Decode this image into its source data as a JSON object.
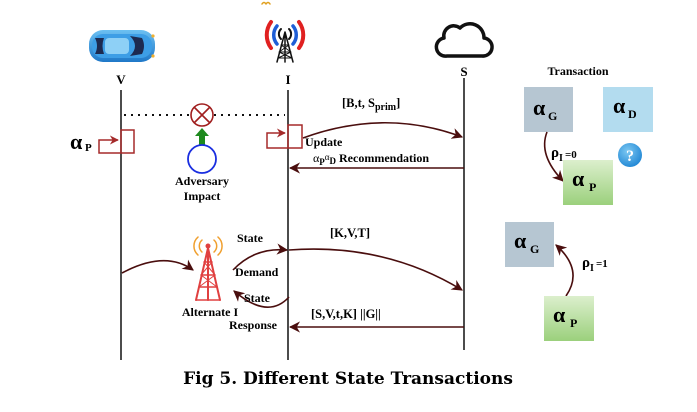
{
  "diagram": {
    "caption": "Fig 5. Different State Transactions",
    "entities": {
      "vehicle": "V",
      "infrastructure": "I",
      "server": "S",
      "alternate": "Alternate I"
    },
    "adversary": {
      "line1": "Adversary",
      "line2": "Impact"
    },
    "vehicle_state": {
      "symbol": "α",
      "sub": "P"
    },
    "messages": {
      "m1": {
        "text": "[B,t, S",
        "sub": "prim",
        "close": "]"
      },
      "update": "Update",
      "recommendation": {
        "a1": "α",
        "s1": "P",
        "a2": "α",
        "s2": "D",
        "text": " Recommendation"
      },
      "m2": "[K,V,T]",
      "state1": "State",
      "demand": "Demand",
      "state2": "State",
      "response": "Response",
      "m3": "[S,V,t,K] ||G||"
    },
    "transaction": {
      "title": "Transaction",
      "box_g": {
        "symbol": "α",
        "sub": "G"
      },
      "box_d": {
        "symbol": "α",
        "sub": "D"
      },
      "box_p": {
        "symbol": "α",
        "sub": "P"
      },
      "rho0": {
        "symbol": "ρ",
        "sub": "I",
        "val": "=0"
      },
      "question": "?",
      "box_g2": {
        "symbol": "α",
        "sub": "G"
      },
      "box_p2": {
        "symbol": "α",
        "sub": "P"
      },
      "rho1": {
        "symbol": "ρ",
        "sub": "I",
        "val": "=1"
      }
    },
    "colors": {
      "arrow": "#4a0e0e",
      "box_outline": "#a52a2a",
      "alpha_g": "#b6c6d2",
      "alpha_d": "#b3dcef",
      "alpha_p_top": "#d8ecc8",
      "alpha_p_bottom": "#9cd27e",
      "green_arrow": "#1e8a1e",
      "adversary_circle": "#1a2ee0",
      "cross_circle": "#a01e1e",
      "question": "#2a9be0",
      "car": "#3aa0e6",
      "alt_tower": "#e04040",
      "alt_waves": "#f0a030"
    }
  }
}
